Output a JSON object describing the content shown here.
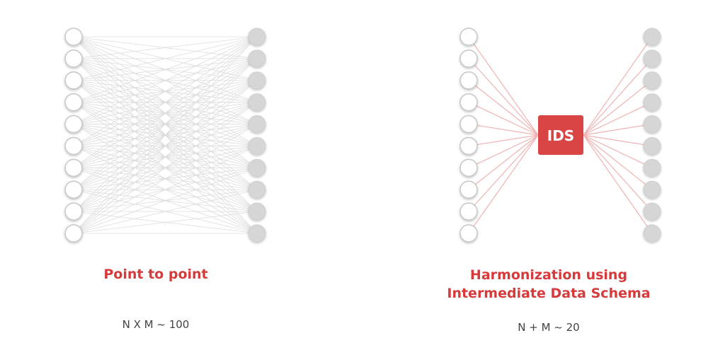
{
  "left_panel": {
    "title": "Point to point",
    "formula": "N X M ~ 100",
    "left_node_count": 10,
    "right_node_count": 10
  },
  "right_panel": {
    "title_line1": "Harmonization using",
    "title_line2": "Intermediate Data Schema",
    "formula": "N + M ~ 20",
    "hub_label": "IDS",
    "left_node_count": 10,
    "right_node_count": 10
  },
  "colors": {
    "accent": "#d63a3a",
    "hub_fill": "#d94545",
    "mesh_line": "#dcdcdc",
    "hub_line": "#f0b3b3",
    "open_node_stroke": "#c8c8c8",
    "filled_node": "#d6d6d6",
    "formula_text": "#444444"
  }
}
